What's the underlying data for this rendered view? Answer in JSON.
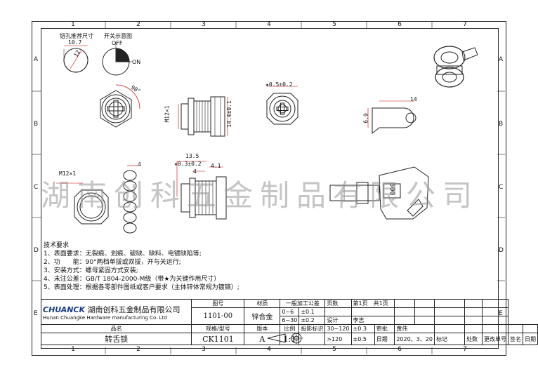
{
  "zones": {
    "columns": [
      "1",
      "2",
      "3",
      "4",
      "5",
      "6",
      "7"
    ],
    "rows": [
      "A",
      "B",
      "C",
      "D",
      "E"
    ]
  },
  "drawing": {
    "hole_label": "钮孔推荐尺寸",
    "switch_label": "开关示意图",
    "dim_10_7": "10.7",
    "dim_12": "12",
    "off": "OFF",
    "on": "ON",
    "angle_90": "90°",
    "m12_vertical": "M12×1",
    "dim_14_4": "14.4±0.1",
    "dim_0_5": "★0.5±0.2",
    "dim_14": "14",
    "dim_6_9": "6.9",
    "m12_left": "M12×1",
    "dim_4_left": "4",
    "dim_13_5": "13.5",
    "dim_0_3": "★0.3±0.2",
    "dim_4_mid": "4",
    "dim_4_1": "4.1",
    "key_code": "500"
  },
  "watermark": "湖南创科五金制品有限公司",
  "notes": {
    "title": "技术要求",
    "lines": [
      "1、表面要求：无裂痕、划痕、破缺、缺料、电镀缺陷等;",
      "2、功　　能：90°两档单拔或双拔，开与关运行;",
      "3、安装方式：螺母紧固方式安装;",
      "4、未注公差：GB/T 1804-2000-M级（带★为关键作用尺寸）",
      "5、表面处理：根据各零部件图纸或客户要求（主体锌体常规为镀铬）;"
    ]
  },
  "title_block": {
    "logo": "CHUANCK",
    "company_cn": "湖南创科五金制品有限公司",
    "company_en": "Hunan Chuangke Hardware manufacturing Co. Ltd",
    "h_drawing_no": "图号",
    "h_material": "材质",
    "h_general_tol": "一般加工公差",
    "h_pages": "页数",
    "pages": "第1页　共1页",
    "drawing_no": "1101-00",
    "material": "锌合金",
    "tol_ranges": [
      "0~6",
      "6~30",
      "30~120",
      ">120"
    ],
    "tol_values": [
      "±0.1",
      "±0.2",
      "±0.3",
      "±0.5"
    ],
    "h_design": "设计",
    "designer": "李志",
    "h_review": "审批",
    "reviewer": "黄伟",
    "h_date": "日期",
    "date": "2020、3、20",
    "h_product": "品名",
    "h_spec": "规格/型号",
    "h_version": "版本",
    "h_scale": "比例",
    "h_projection": "投影标识",
    "product": "转舌锁",
    "spec": "CK1101",
    "version": "A",
    "scale": "1:1",
    "rev_headers": [
      "标记",
      "处数",
      "更改单号",
      "签名",
      "日期"
    ]
  }
}
